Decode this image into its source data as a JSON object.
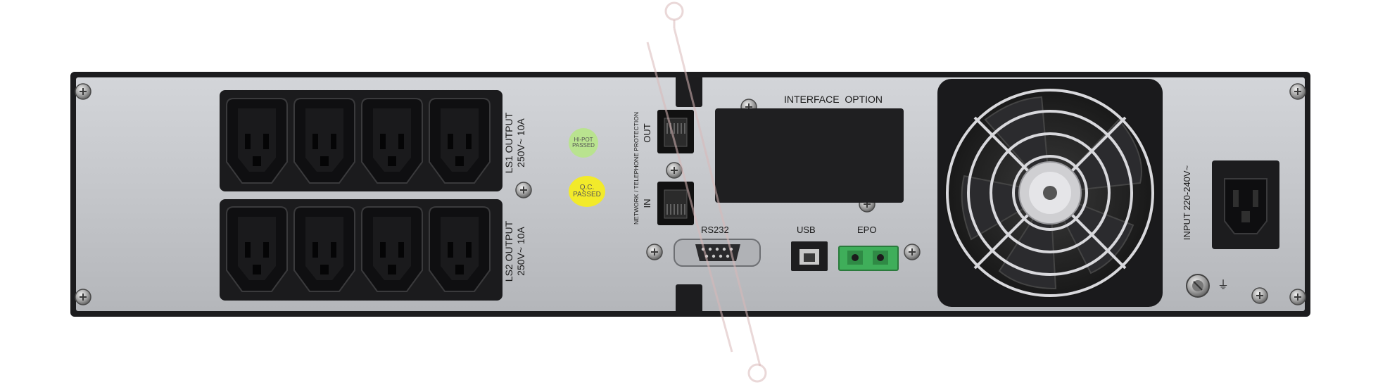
{
  "panel": {
    "colors": {
      "body": "#c5c7cb",
      "frame": "#1c1c1e",
      "outlet_block": "#1b1b1d",
      "socket": "#101012",
      "screw": "#8a8a8a"
    }
  },
  "outlets": {
    "ls1": {
      "line1": "LS1 OUTPUT",
      "line2": "250V~ 10A",
      "count": 4
    },
    "ls2": {
      "line1": "LS2 OUTPUT",
      "line2": "250V~ 10A",
      "count": 4
    }
  },
  "stickers": {
    "hipot": {
      "line1": "HI-POT",
      "line2": "PASSED",
      "color": "#b9e38f"
    },
    "qc": {
      "line1": "Q.C.",
      "line2": "PASSED",
      "color": "#f2ea2a"
    }
  },
  "network": {
    "title": "NETWORK / TELEPHONE PROTECTION",
    "out_label": "OUT",
    "in_label": "IN"
  },
  "interface": {
    "title": "INTERFACE  OPTION"
  },
  "ports": {
    "rs232": "RS232",
    "usb": "USB",
    "epo": "EPO",
    "epo_color": "#3fae5a"
  },
  "input": {
    "label": "INPUT 220-240V~",
    "ground_symbol": "⏚"
  }
}
